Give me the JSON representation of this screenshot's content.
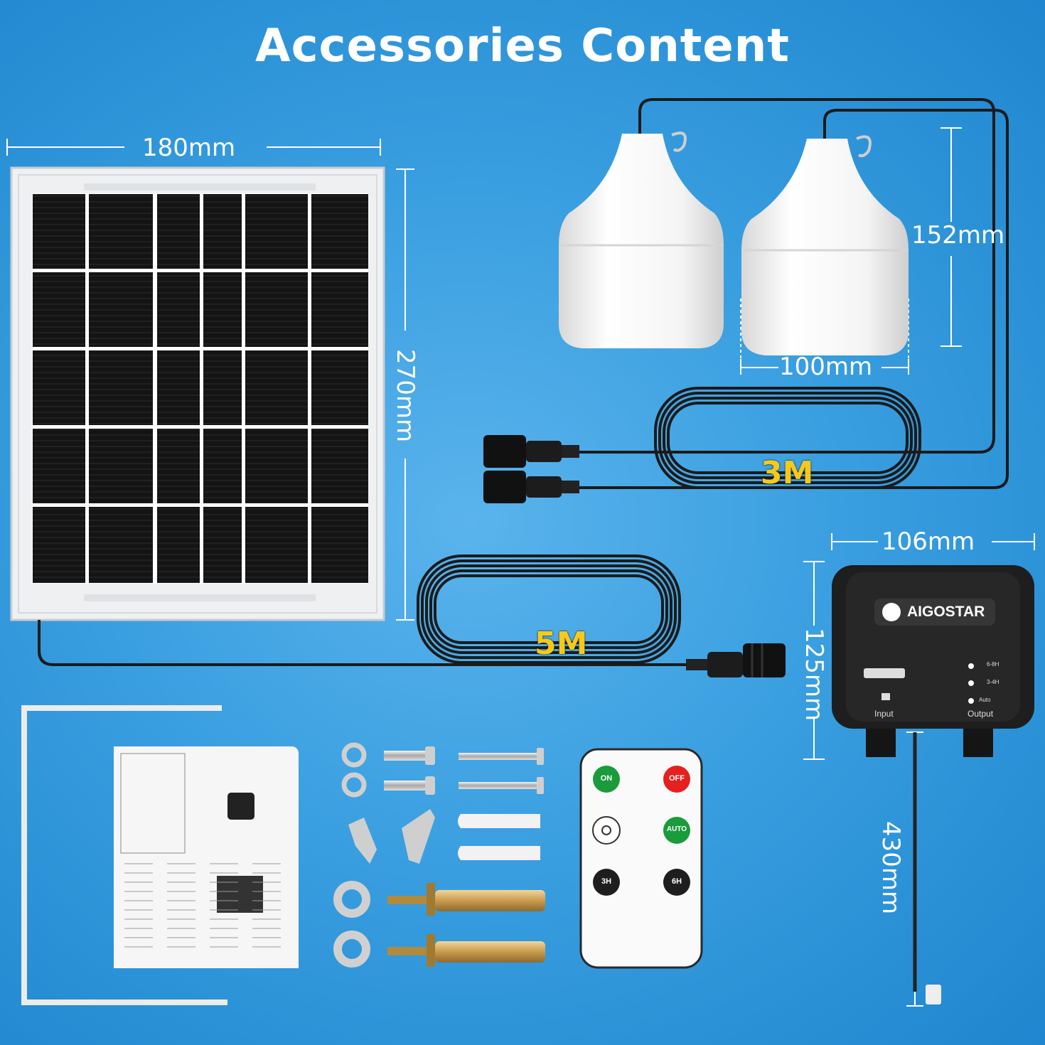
{
  "title": "Accessories Content",
  "dimensions": {
    "panel_width": "180mm",
    "panel_height": "270mm",
    "bulb_height": "152mm",
    "bulb_width": "100mm",
    "controller_width": "106mm",
    "controller_height": "125mm",
    "pull_cord_length": "430mm"
  },
  "cables": {
    "bulb_cable": "3M",
    "panel_cable": "5M"
  },
  "controller": {
    "brand": "AIGOSTAR",
    "input_label": "Input",
    "output_label": "Output",
    "mode_1": "6-8H",
    "mode_2": "3-4H",
    "mode_3": "Auto"
  },
  "remote": {
    "on": "ON",
    "off": "OFF",
    "auto": "AUTO",
    "three_h": "3H",
    "six_h": "6H"
  },
  "colors": {
    "background": "#3a9fe0",
    "highlight": "#f6c91b",
    "remote_green": "#1a9b3c",
    "remote_red": "#e5201f"
  },
  "icons": [
    "solar-panel-icon",
    "light-bulb-icon",
    "controller-icon",
    "remote-icon",
    "screw-icon",
    "anchor-bolt-icon",
    "manual-icon",
    "bracket-icon"
  ]
}
